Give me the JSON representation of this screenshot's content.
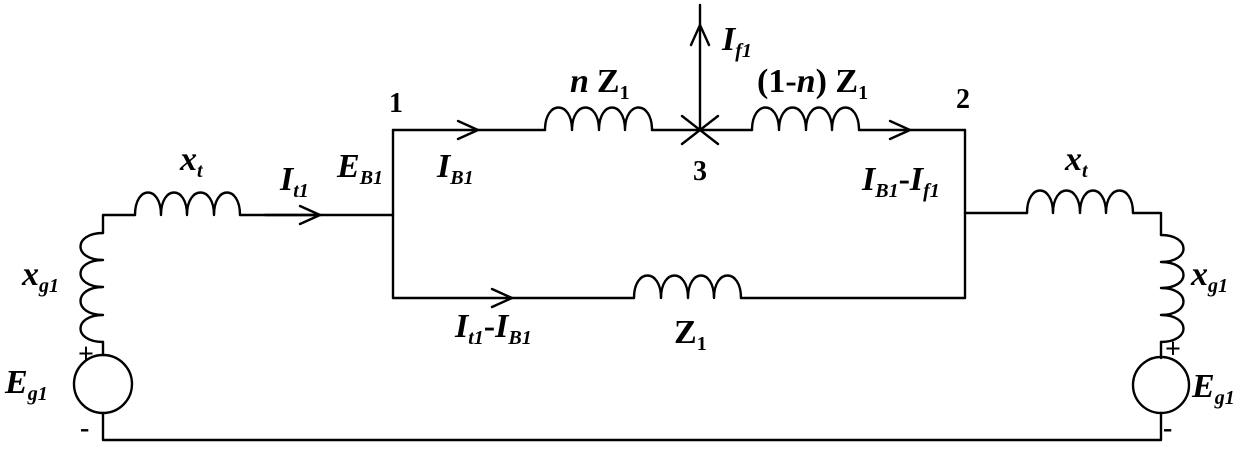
{
  "nodes": {
    "n1": "1",
    "n2": "2",
    "n3": "3"
  },
  "labels": {
    "xt_left": {
      "main": "x",
      "sub": "t"
    },
    "xt_right": {
      "main": "x",
      "sub": "t"
    },
    "xg_left": {
      "main": "x",
      "sub": "g1"
    },
    "xg_right": {
      "main": "x",
      "sub": "g1"
    },
    "eg_left": {
      "main": "E",
      "sub": "g1"
    },
    "eg_right": {
      "main": "E",
      "sub": "g1"
    },
    "it1": {
      "main": "I",
      "sub": "t1"
    },
    "eb1": {
      "main": "E",
      "sub": "B1"
    },
    "ib1": {
      "main": "I",
      "sub": "B1"
    },
    "if1": {
      "main": "I",
      "sub": "f1"
    },
    "nz1": {
      "n": "n",
      "z": "Z",
      "sub": "1"
    },
    "onenz1": {
      "open": "(1-",
      "n": "n",
      "close": ") ",
      "z": "Z",
      "sub": "1"
    },
    "ib1_if1": {
      "a": "I",
      "asub": "B1",
      "dash": "-",
      "b": "I",
      "bsub": "f1"
    },
    "it1_ib1": {
      "a": "I",
      "asub": "t1",
      "dash": "-",
      "b": "I",
      "bsub": "B1"
    },
    "z1": {
      "z": "Z",
      "sub": "1"
    }
  },
  "signs": {
    "plus": "+",
    "minus": "-"
  }
}
